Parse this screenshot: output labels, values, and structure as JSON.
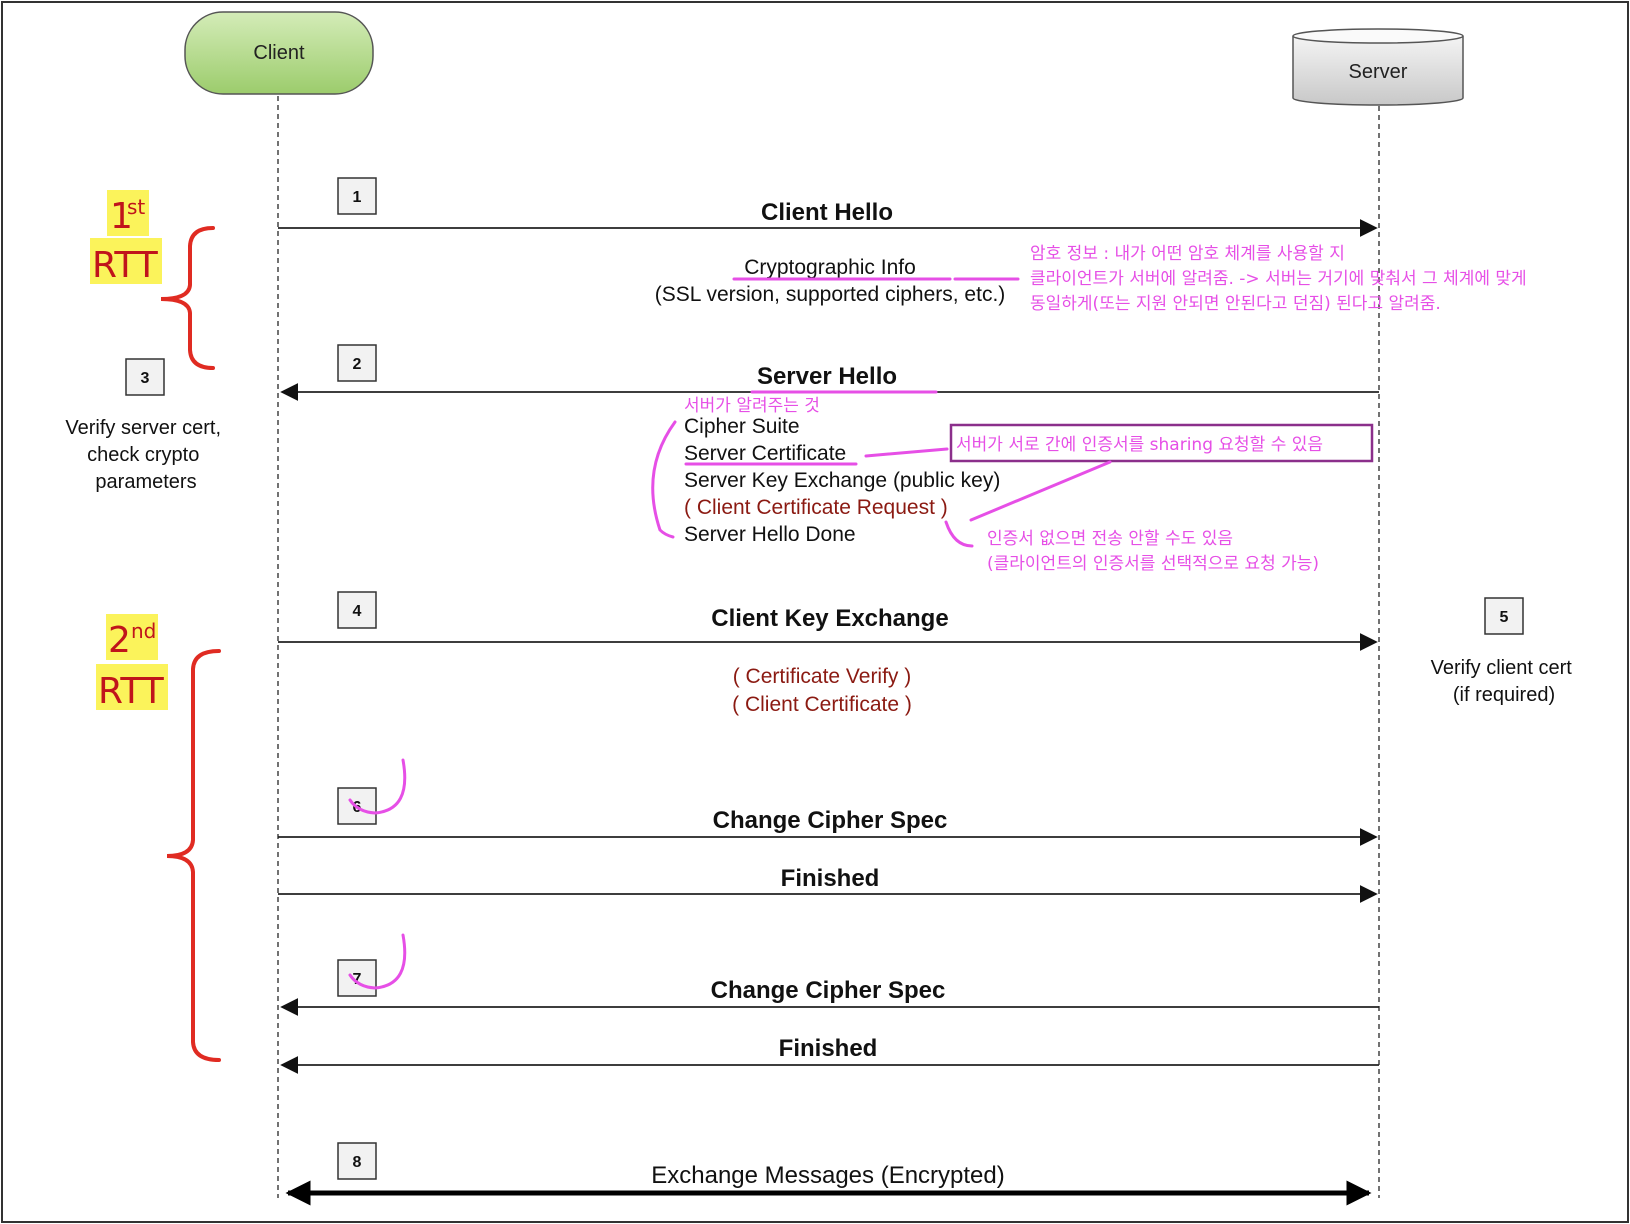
{
  "actors": {
    "client": "Client",
    "server": "Server"
  },
  "steps": {
    "s1": "1",
    "s2": "2",
    "s3": "3",
    "s4": "4",
    "s5": "5",
    "s6": "6",
    "s7": "7",
    "s8": "8"
  },
  "messages": {
    "client_hello": "Client Hello",
    "crypto_info": "Cryptographic Info",
    "crypto_detail": "(SSL version, supported ciphers, etc.)",
    "server_hello": "Server Hello",
    "server_items": {
      "cipher_suite": "Cipher Suite",
      "server_certificate": "Server Certificate",
      "server_key_exchange": "Server Key Exchange (public key)",
      "client_cert_request": "( Client Certificate Request )",
      "server_hello_done": "Server Hello Done"
    },
    "client_key_exchange": "Client Key Exchange",
    "certificate_verify": "( Certificate Verify )",
    "client_certificate": "( Client Certificate )",
    "change_cipher_spec_1": "Change Cipher Spec",
    "finished_1": "Finished",
    "change_cipher_spec_2": "Change Cipher Spec",
    "finished_2": "Finished",
    "exchange_messages": "Exchange Messages (Encrypted)"
  },
  "side_notes": {
    "verify_server": [
      "Verify server cert,",
      "check crypto",
      "parameters"
    ],
    "verify_client": [
      "Verify client cert",
      "(if required)"
    ]
  },
  "rtt": {
    "first_num": "1",
    "first_sup": "st",
    "first_label": "RTT",
    "second_num": "2",
    "second_sup": "nd",
    "second_label": "RTT"
  },
  "annotations": {
    "crypto_note": [
      "암호 정보 : 내가 어떤 암호 체계를 사용할 지",
      "클라이언트가 서버에 알려줌. -> 서버는 거기에 맞춰서 그 체계에 맞게",
      "동일하게(또는 지원 안되면 안된다고 던짐) 된다고 알려줌."
    ],
    "server_tells": "서버가 알려주는 것",
    "cert_sharing": "서버가 서로 간에 인증서를 sharing 요청할 수 있음",
    "no_cert": [
      "인증서 없으면 전송 안할 수도 있음",
      "(클라이언트의 인증서를 선택적으로 요청 가능)"
    ]
  },
  "colors": {
    "annotation_pink": "#e64fe6",
    "brace_red": "#e02b22",
    "rtt_highlight": "#fbf35b",
    "rtt_text": "#c0141b",
    "optional_text": "#8b1a12",
    "client_green": "#a8d27a"
  }
}
